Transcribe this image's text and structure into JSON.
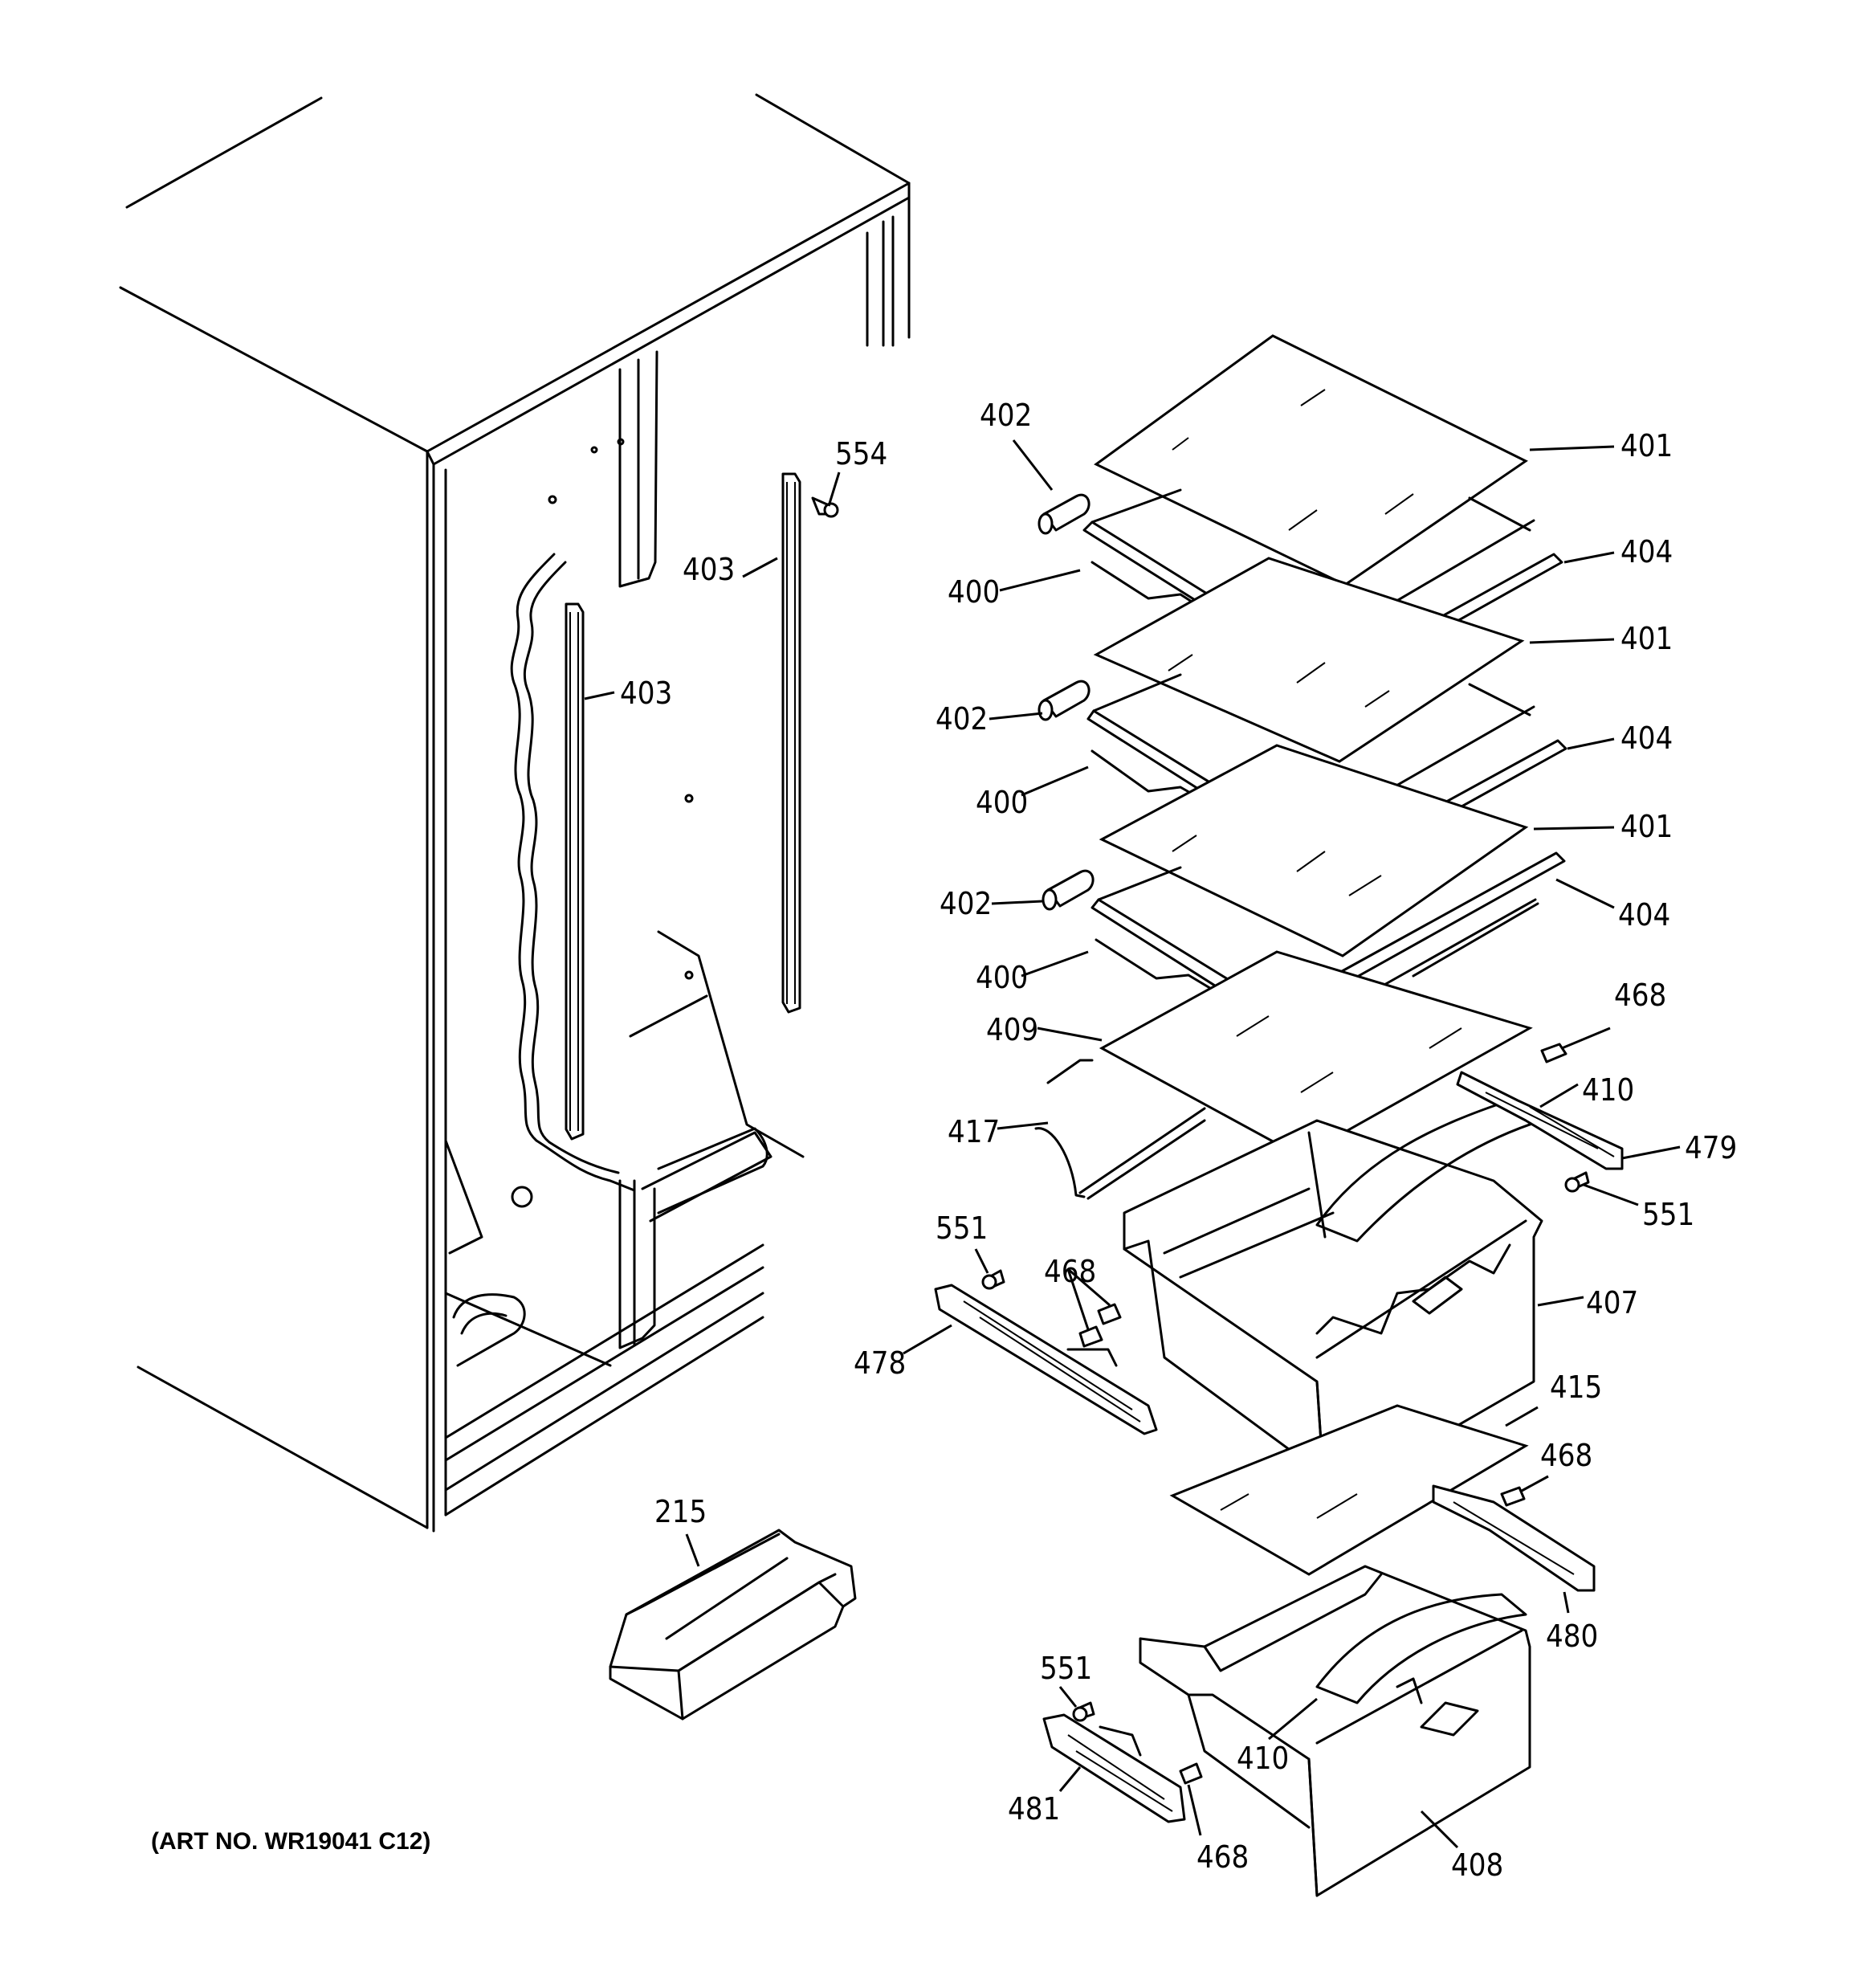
{
  "art_number": "(ART NO. WR19041 C12)",
  "callouts": [
    {
      "id": "c402a",
      "text": "402"
    },
    {
      "id": "c401a",
      "text": "401"
    },
    {
      "id": "c554",
      "text": "554"
    },
    {
      "id": "c403a",
      "text": "403"
    },
    {
      "id": "c400a",
      "text": "400"
    },
    {
      "id": "c404a",
      "text": "404"
    },
    {
      "id": "c401b",
      "text": "401"
    },
    {
      "id": "c403b",
      "text": "403"
    },
    {
      "id": "c402b",
      "text": "402"
    },
    {
      "id": "c404b",
      "text": "404"
    },
    {
      "id": "c400b",
      "text": "400"
    },
    {
      "id": "c401c",
      "text": "401"
    },
    {
      "id": "c402c",
      "text": "402"
    },
    {
      "id": "c404c",
      "text": "404"
    },
    {
      "id": "c400c",
      "text": "400"
    },
    {
      "id": "c468a",
      "text": "468"
    },
    {
      "id": "c409",
      "text": "409"
    },
    {
      "id": "c410a",
      "text": "410"
    },
    {
      "id": "c417",
      "text": "417"
    },
    {
      "id": "c479",
      "text": "479"
    },
    {
      "id": "c551a",
      "text": "551"
    },
    {
      "id": "c551b",
      "text": "551"
    },
    {
      "id": "c468b",
      "text": "468"
    },
    {
      "id": "c407",
      "text": "407"
    },
    {
      "id": "c478",
      "text": "478"
    },
    {
      "id": "c415",
      "text": "415"
    },
    {
      "id": "c215",
      "text": "215"
    },
    {
      "id": "c468c",
      "text": "468"
    },
    {
      "id": "c480",
      "text": "480"
    },
    {
      "id": "c551c",
      "text": "551"
    },
    {
      "id": "c410b",
      "text": "410"
    },
    {
      "id": "c481",
      "text": "481"
    },
    {
      "id": "c468d",
      "text": "468"
    },
    {
      "id": "c408",
      "text": "408"
    }
  ]
}
